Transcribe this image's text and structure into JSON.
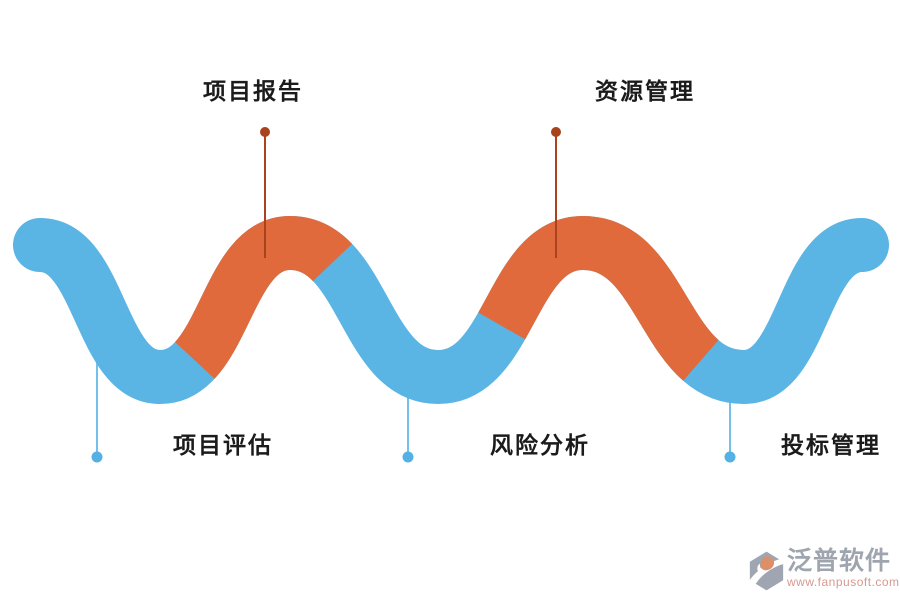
{
  "diagram": {
    "type": "serpentine-process-wave",
    "steps": [
      {
        "label": "项目评估",
        "position": "bottom",
        "connector_color": "#74c0e8"
      },
      {
        "label": "项目报告",
        "position": "top",
        "connector_color": "#a8431e"
      },
      {
        "label": "风险分析",
        "position": "bottom",
        "connector_color": "#74c0e8"
      },
      {
        "label": "资源管理",
        "position": "top",
        "connector_color": "#a8431e"
      },
      {
        "label": "投标管理",
        "position": "bottom",
        "connector_color": "#74c0e8"
      }
    ],
    "colors": {
      "ribbon_blue": "#5ab4e4",
      "ribbon_orange": "#e06a3c",
      "top_connector": "#a8431e",
      "bottom_connector": "#74c0e8",
      "bottom_dot": "#55b1e3",
      "label_text": "#1b1b1b"
    }
  },
  "watermark": {
    "name": "泛普软件",
    "url": "www.fanpusoft.com",
    "name_color": "#99a1ab",
    "url_color": "#d6938a"
  }
}
